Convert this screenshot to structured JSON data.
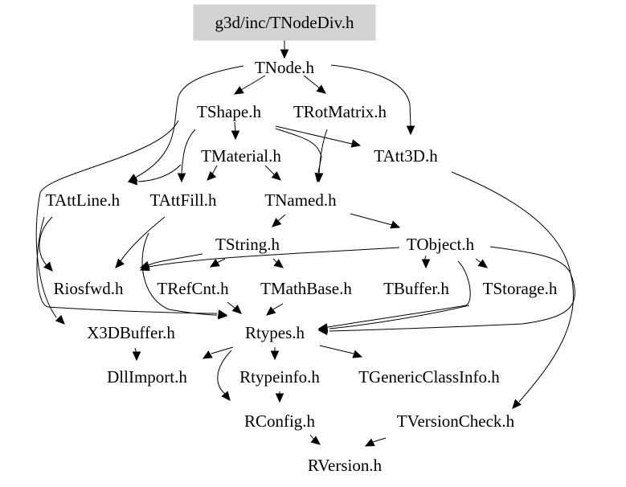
{
  "graph": {
    "title": "g3d/inc/TNodeDiv.h",
    "root_fill": "#d3d3d3",
    "nodes": [
      {
        "id": "root",
        "label": "g3d/inc/TNodeDiv.h",
        "root": true
      },
      {
        "id": "TNode",
        "label": "TNode.h"
      },
      {
        "id": "TShape",
        "label": "TShape.h"
      },
      {
        "id": "TRotMatrix",
        "label": "TRotMatrix.h"
      },
      {
        "id": "TMaterial",
        "label": "TMaterial.h"
      },
      {
        "id": "TAtt3D",
        "label": "TAtt3D.h"
      },
      {
        "id": "TAttLine",
        "label": "TAttLine.h"
      },
      {
        "id": "TAttFill",
        "label": "TAttFill.h"
      },
      {
        "id": "TNamed",
        "label": "TNamed.h"
      },
      {
        "id": "TString",
        "label": "TString.h"
      },
      {
        "id": "TObject",
        "label": "TObject.h"
      },
      {
        "id": "Riosfwd",
        "label": "Riosfwd.h"
      },
      {
        "id": "TRefCnt",
        "label": "TRefCnt.h"
      },
      {
        "id": "TMathBase",
        "label": "TMathBase.h"
      },
      {
        "id": "TBuffer",
        "label": "TBuffer.h"
      },
      {
        "id": "TStorage",
        "label": "TStorage.h"
      },
      {
        "id": "X3DBuffer",
        "label": "X3DBuffer.h"
      },
      {
        "id": "Rtypes",
        "label": "Rtypes.h"
      },
      {
        "id": "DllImport",
        "label": "DllImport.h"
      },
      {
        "id": "Rtypeinfo",
        "label": "Rtypeinfo.h"
      },
      {
        "id": "TGenericClassInfo",
        "label": "TGenericClassInfo.h"
      },
      {
        "id": "RConfig",
        "label": "RConfig.h"
      },
      {
        "id": "TVersionCheck",
        "label": "TVersionCheck.h"
      },
      {
        "id": "RVersion",
        "label": "RVersion.h"
      }
    ],
    "edges": [
      {
        "from": "root",
        "to": "TNode"
      },
      {
        "from": "TNode",
        "to": "TShape"
      },
      {
        "from": "TNode",
        "to": "TRotMatrix"
      },
      {
        "from": "TNode",
        "to": "TAtt3D"
      },
      {
        "from": "TNode",
        "to": "TAttLine"
      },
      {
        "from": "TShape",
        "to": "TMaterial"
      },
      {
        "from": "TShape",
        "to": "TAtt3D"
      },
      {
        "from": "TShape",
        "to": "TNamed"
      },
      {
        "from": "TShape",
        "to": "TAttFill"
      },
      {
        "from": "TShape",
        "to": "X3DBuffer"
      },
      {
        "from": "TRotMatrix",
        "to": "TNamed"
      },
      {
        "from": "TMaterial",
        "to": "TAttFill"
      },
      {
        "from": "TMaterial",
        "to": "TNamed"
      },
      {
        "from": "TMaterial",
        "to": "TAttLine"
      },
      {
        "from": "TAttLine",
        "to": "Riosfwd"
      },
      {
        "from": "TAttLine",
        "to": "Rtypes"
      },
      {
        "from": "TAttFill",
        "to": "Riosfwd"
      },
      {
        "from": "TAttFill",
        "to": "Rtypes"
      },
      {
        "from": "TNamed",
        "to": "TString"
      },
      {
        "from": "TNamed",
        "to": "TObject"
      },
      {
        "from": "TString",
        "to": "Riosfwd"
      },
      {
        "from": "TString",
        "to": "TRefCnt"
      },
      {
        "from": "TString",
        "to": "TMathBase"
      },
      {
        "from": "TObject",
        "to": "Riosfwd"
      },
      {
        "from": "TObject",
        "to": "TBuffer"
      },
      {
        "from": "TObject",
        "to": "TStorage"
      },
      {
        "from": "TObject",
        "to": "Rtypes"
      },
      {
        "from": "TObject",
        "to": "TVersionCheck"
      },
      {
        "from": "TAtt3D",
        "to": "Rtypes"
      },
      {
        "from": "TBuffer",
        "to": "TObject"
      },
      {
        "from": "TStorage",
        "to": "Rtypes"
      },
      {
        "from": "TRefCnt",
        "to": "Rtypes"
      },
      {
        "from": "TMathBase",
        "to": "Rtypes"
      },
      {
        "from": "X3DBuffer",
        "to": "DllImport"
      },
      {
        "from": "Rtypes",
        "to": "DllImport"
      },
      {
        "from": "Rtypes",
        "to": "Rtypeinfo"
      },
      {
        "from": "Rtypes",
        "to": "TGenericClassInfo"
      },
      {
        "from": "Rtypes",
        "to": "RConfig"
      },
      {
        "from": "Rtypeinfo",
        "to": "RConfig"
      },
      {
        "from": "RConfig",
        "to": "RVersion"
      },
      {
        "from": "TVersionCheck",
        "to": "RVersion"
      }
    ]
  }
}
